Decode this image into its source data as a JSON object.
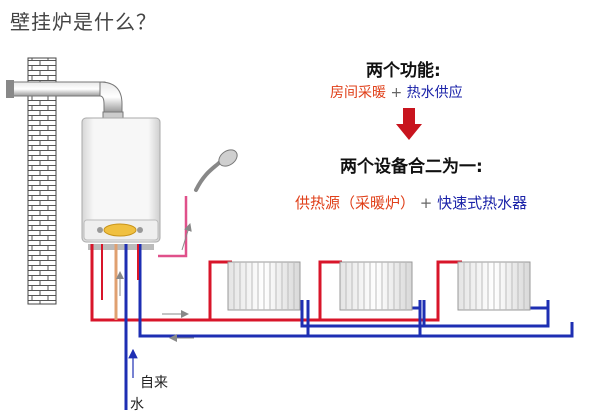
{
  "title": "壁挂炉是什么？",
  "functions_heading": "两个功能:",
  "function_1": "房间采暖",
  "function_2": "热水供应",
  "plus": "+",
  "devices_heading": "两个设备合二为一:",
  "device_1": "供热源（采暖炉）",
  "device_2": "快速式热水器",
  "water_label_line1": "自来",
  "water_label_line2": "水",
  "colors": {
    "hot_pipe": "#d8152a",
    "cold_pipe": "#1e2fb3",
    "red_text": "#e0401a",
    "blue_text": "#1a22a8",
    "shower_pipe": "#e0508a",
    "gas_pipe": "#e0a070"
  }
}
